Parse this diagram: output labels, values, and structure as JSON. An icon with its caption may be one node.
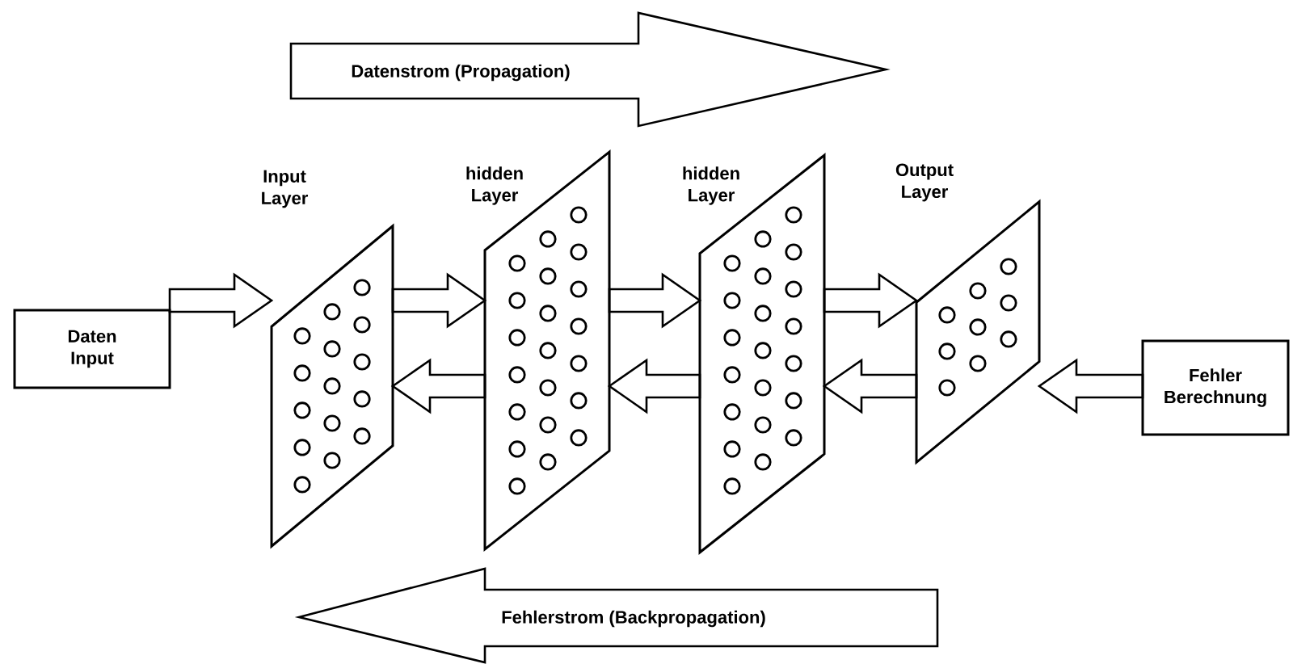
{
  "diagram": {
    "nodes": [
      {
        "text": [
          "Datenstrom (Propagation)"
        ]
      },
      {
        "text": [
          "Daten Input"
        ]
      },
      {
        "text": [
          "Input Layer"
        ]
      },
      {
        "text": [
          "hidden Layer"
        ]
      },
      {
        "text": [
          "hidden Layer"
        ]
      },
      {
        "text": [
          "Output Layer"
        ]
      },
      {
        "text": [
          "Fehler Berechnung"
        ]
      },
      {
        "text": [
          "Fehlerstrom (Backpropagation)"
        ]
      }
    ],
    "edges": [
      {
        "from": 1,
        "to": 2,
        "arrow": "to"
      },
      {
        "from": 2,
        "to": 3,
        "arrow": "to"
      },
      {
        "from": 3,
        "to": 4,
        "arrow": "to"
      },
      {
        "from": 4,
        "to": 5,
        "arrow": "to"
      },
      {
        "from": 3,
        "to": 2,
        "arrow": "to"
      },
      {
        "from": 4,
        "to": 3,
        "arrow": "to"
      },
      {
        "from": 5,
        "to": 4,
        "arrow": "to"
      },
      {
        "from": 6,
        "to": 5,
        "arrow": "to"
      }
    ]
  }
}
